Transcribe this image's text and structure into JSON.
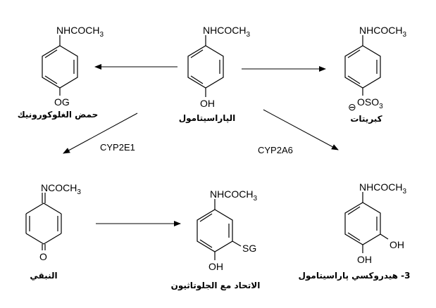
{
  "diagram": {
    "compounds": {
      "paracetamol": {
        "top_group": "NHCOCH",
        "top_sub": "3",
        "bottom_group": "OH",
        "name": "الپاراسيتامول"
      },
      "glucuronide": {
        "top_group": "NHCOCH",
        "top_sub": "3",
        "bottom_group": "OG",
        "name": "حمض الغلوكورونيك"
      },
      "sulfate": {
        "top_group": "NHCOCH",
        "top_sub": "3",
        "charge": "⊖",
        "bottom_group": "OSO",
        "bottom_sub": "3",
        "name": "كبريتات"
      },
      "napqi": {
        "top_group": "NCOCH",
        "top_sub": "3",
        "bottom_group": "O",
        "name": "النبقي"
      },
      "glutathione": {
        "top_group": "NHCOCH",
        "top_sub": "3",
        "side_group": "SG",
        "bottom_group": "OH",
        "name": "الاتحاد مع الجلوتاثيون"
      },
      "hydroxy": {
        "top_group": "NHCOCH",
        "top_sub": "3",
        "side_group": "OH",
        "bottom_group": "OH",
        "name": "3- هيدروكسي پاراسيتامول"
      }
    },
    "enzymes": {
      "cyp2e1": "CYP2E1",
      "cyp2a6": "CYP2A6"
    }
  }
}
